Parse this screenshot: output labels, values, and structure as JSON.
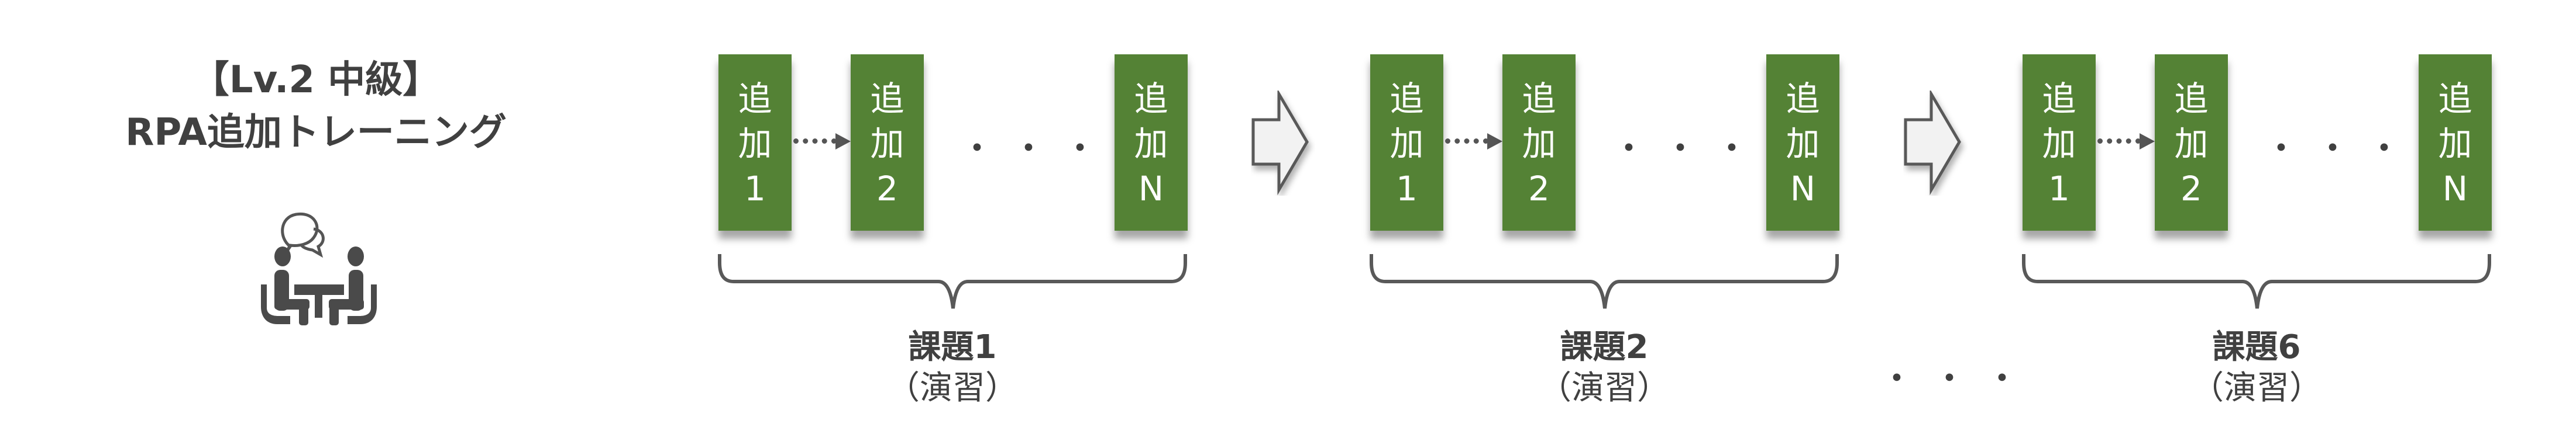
{
  "title": {
    "line1": "【Lv.2 中級】",
    "line2": "RPA追加トレーニング"
  },
  "icon": "meeting-icon",
  "colors": {
    "box": "#548235",
    "text": "#404040"
  },
  "ellipsis": "・・・",
  "groups": [
    {
      "boxes": [
        [
          "追",
          "加",
          "1"
        ],
        [
          "追",
          "加",
          "2"
        ],
        [
          "追",
          "加",
          "N"
        ]
      ],
      "label": "課題1",
      "sub": "（演習）"
    },
    {
      "boxes": [
        [
          "追",
          "加",
          "1"
        ],
        [
          "追",
          "加",
          "2"
        ],
        [
          "追",
          "加",
          "N"
        ]
      ],
      "label": "課題2",
      "sub": "（演習）"
    },
    {
      "boxes": [
        [
          "追",
          "加",
          "1"
        ],
        [
          "追",
          "加",
          "2"
        ],
        [
          "追",
          "加",
          "N"
        ]
      ],
      "label": "課題6",
      "sub": "（演習）"
    }
  ]
}
